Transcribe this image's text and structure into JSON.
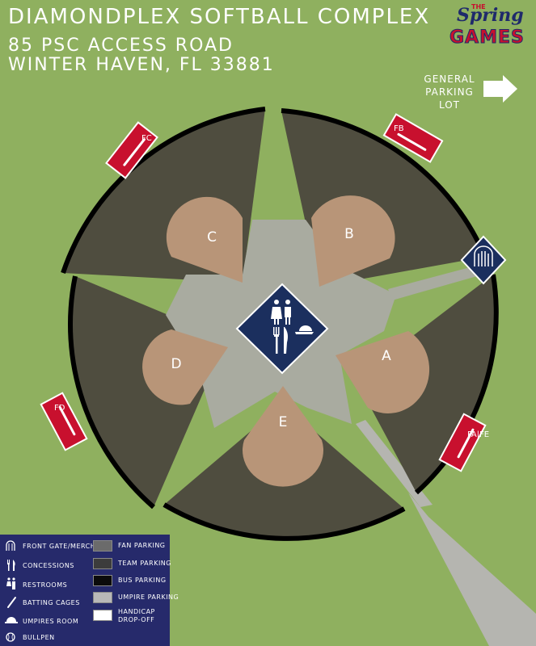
{
  "header": {
    "title": "DIAMONDPLEX SOFTBALL COMPLEX",
    "address_line1": "85 PSC ACCESS ROAD",
    "address_line2": "WINTER HAVEN, FL 33881"
  },
  "logo": {
    "small": "THE",
    "main": "Spring",
    "sub": "GAMES"
  },
  "general_parking": {
    "label_lines": [
      "GENERAL",
      "PARKING",
      "LOT"
    ],
    "icon": "arrow-right-icon"
  },
  "fields": [
    "C",
    "B",
    "A",
    "E",
    "D"
  ],
  "batting_cages": [
    "FC",
    "FB",
    "FA|FE",
    "FD"
  ],
  "legend": {
    "left": [
      {
        "label": "FRONT GATE/MERCH",
        "icon": "gate-icon"
      },
      {
        "label": "CONCESSIONS",
        "icon": "fork-knife-icon"
      },
      {
        "label": "RESTROOMS",
        "icon": "restroom-icon"
      },
      {
        "label": "BATTING CAGES",
        "icon": "bat-icon"
      },
      {
        "label": "UMPIRES ROOM",
        "icon": "cap-icon"
      },
      {
        "label": "BULLPEN",
        "icon": "softball-icon"
      }
    ],
    "right": [
      {
        "label": "FAN PARKING",
        "color": "#6b6b6b"
      },
      {
        "label": "TEAM PARKING",
        "color": "#3c3c3c"
      },
      {
        "label": "BUS PARKING",
        "color": "#0b0b0b"
      },
      {
        "label": "UMPIRE PARKING",
        "color": "#b8b8b8"
      },
      {
        "label": "HANDICAP",
        "label2": "DROP-OFF",
        "color": "#ffffff"
      }
    ]
  },
  "colors": {
    "grass": "#8fb05f",
    "outfield": "#4f4d3f",
    "infield_dirt": "#b89578",
    "plaza": "#a9aba0",
    "navy": "#1b2f5e",
    "cage_red": "#c8102e",
    "legend_bg": "#262a6b"
  }
}
